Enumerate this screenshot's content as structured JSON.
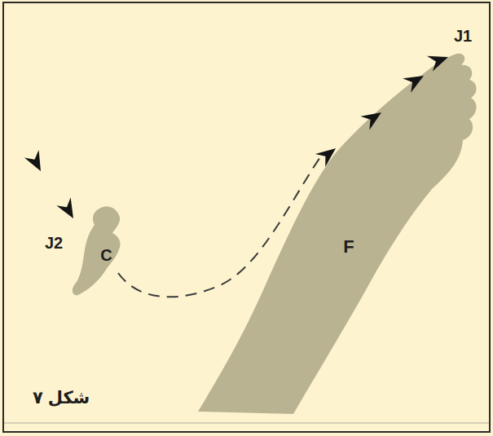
{
  "diagram": {
    "caption": "شکل ۷",
    "nodes": [
      {
        "text": [
          "C"
        ]
      },
      {
        "text": [
          "F"
        ]
      }
    ],
    "labels": [
      "J2",
      "J1"
    ]
  }
}
